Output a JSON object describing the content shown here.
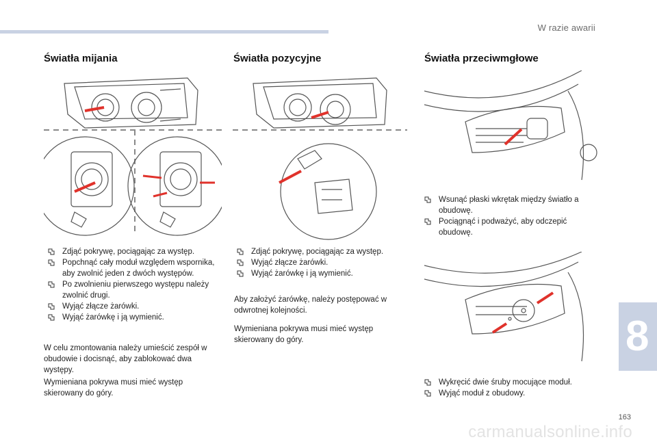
{
  "header": {
    "section": "W razie awarii"
  },
  "columns": {
    "low_beam": {
      "title": "Światła mijania",
      "steps": [
        "Zdjąć pokrywę, pociągając za występ.",
        "Popchnąć cały moduł względem wspornika, aby zwolnić jeden z dwóch występów.",
        "Po zwolnieniu pierwszego występu należy zwolnić drugi.",
        "Wyjąć złącze żarówki.",
        "Wyjąć żarówkę i ją wymienić."
      ],
      "para1": "W celu zmontowania należy umieścić zespół w obudowie i docisnąć, aby zablokować dwa występy.",
      "para2": "Wymieniana pokrywa musi mieć występ skierowany do góry."
    },
    "position": {
      "title": "Światła pozycyjne",
      "steps": [
        "Zdjąć pokrywę, pociągając za występ.",
        "Wyjąć złącze żarówki.",
        "Wyjąć żarówkę i ją wymienić."
      ],
      "para1": "Aby założyć żarówkę, należy postępować w odwrotnej kolejności.",
      "para2": "Wymieniana pokrywa musi mieć występ skierowany do góry."
    },
    "fog": {
      "title": "Światła przeciwmgłowe",
      "steps_top": [
        "Wsunąć płaski wkrętak między światło a obudowę.",
        "Pociągnąć i podważyć, aby odczepić obudowę."
      ],
      "steps_bottom": [
        "Wykręcić dwie śruby mocujące moduł.",
        "Wyjąć moduł z obudowy."
      ]
    }
  },
  "chapter": "8",
  "page_number": "163",
  "watermark": "carmanualsonline.info",
  "colors": {
    "accent": "#c9d2e3",
    "arrow": "#e0322b",
    "line": "#555555"
  }
}
